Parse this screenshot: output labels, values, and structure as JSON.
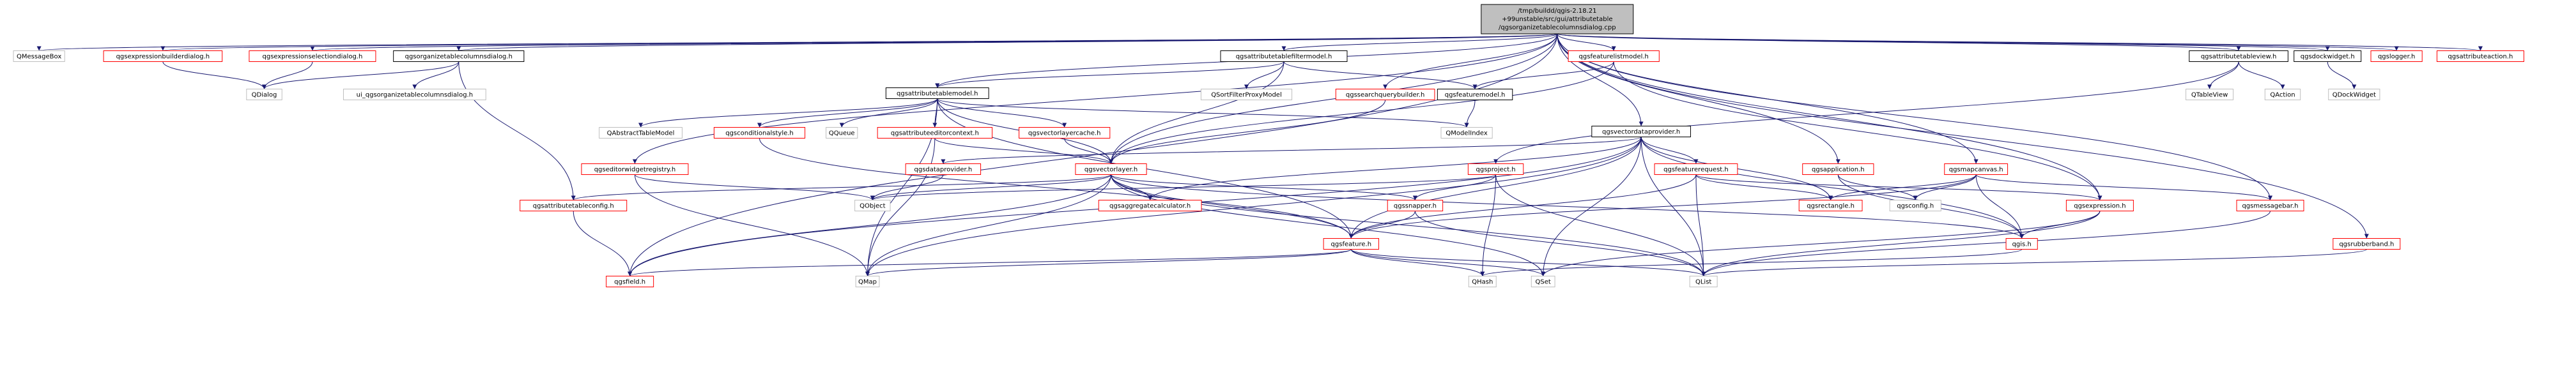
{
  "root": {
    "line1": "/tmp/buildd/qgis-2.18.21",
    "line2": "+99unstable/src/gui/attributetable",
    "line3": "/qgsorganizetablecolumnsdialog.cpp"
  },
  "nodes": {
    "qmessagebox": "QMessageBox",
    "qgsexpressionbuilderdialog_h": "qgsexpressionbuilderdialog.h",
    "qgsexpressionselectiondialog_h": "qgsexpressionselectiondialog.h",
    "qgsorganizetablecolumnsdialog_h": "qgsorganizetablecolumnsdialog.h",
    "qgsattributetablefiltermodel_h": "qgsattributetablefiltermodel.h",
    "qgsfeaturelistmodel_h": "qgsfeaturelistmodel.h",
    "qgsattributetableview_h": "qgsattributetableview.h",
    "qgsdockwidget_h": "qgsdockwidget.h",
    "qgslogger_h": "qgslogger.h",
    "qgsattributeaction_h": "qgsattributeaction.h",
    "qdialog": "QDialog",
    "ui_qgsorganizetablecolumnsdialog_h": "ui_qgsorganizetablecolumnsdialog.h",
    "qsortfilterproxymodel": "QSortFilterProxyModel",
    "qgsattributetablemodel_h": "qgsattributetablemodel.h",
    "qgssearchquerybuilder_h": "qgssearchquerybuilder.h",
    "qgsfeaturemodel_h": "qgsfeaturemodel.h",
    "qtableview": "QTableView",
    "qaction": "QAction",
    "qdockwidget": "QDockWidget",
    "qabstracttablemodel": "QAbstractTableModel",
    "qgsconditionalstyle_h": "qgsconditionalstyle.h",
    "qqueue": "QQueue",
    "qgsattributeeditorcontext_h": "qgsattributeeditorcontext.h",
    "qgsvectorlayercache_h": "qgsvectorlayercache.h",
    "qmodelindex": "QModelIndex",
    "qgsvectordataprovider_h": "qgsvectordataprovider.h",
    "qgseditorwidgetregistry_h": "qgseditorwidgetregistry.h",
    "qgsdataprovider_h": "qgsdataprovider.h",
    "qgsvectorlayer_h": "qgsvectorlayer.h",
    "qgsproject_h": "qgsproject.h",
    "qgsfeaturerequest_h": "qgsfeaturerequest.h",
    "qgsapplication_h": "qgsapplication.h",
    "qgsmapcanvas_h": "qgsmapcanvas.h",
    "qgsattributetableconfig_h": "qgsattributetableconfig.h",
    "qobject": "QObject",
    "qgsaggregatecalculator_h": "qgsaggregatecalculator.h",
    "qgssnapper_h": "qgssnapper.h",
    "qgsrectangle_h": "qgsrectangle.h",
    "qgsconfig_h": "qgsconfig.h",
    "qgsexpression_h": "qgsexpression.h",
    "qgsmessagebar_h": "qgsmessagebar.h",
    "qgsrubberband_h": "qgsrubberband.h",
    "qgis_h": "qgis.h",
    "qgsfeature_h": "qgsfeature.h",
    "qgsfield_h": "qgsfield.h",
    "qmap": "QMap",
    "qhash": "QHash",
    "qset": "QSet",
    "qlist": "QList"
  },
  "colors": {
    "root_fill": "#bfbfbf",
    "edge": "#191970",
    "border_documented": "#000000",
    "border_undocumented": "#ff0000",
    "border_external": "#bfbfbf"
  }
}
